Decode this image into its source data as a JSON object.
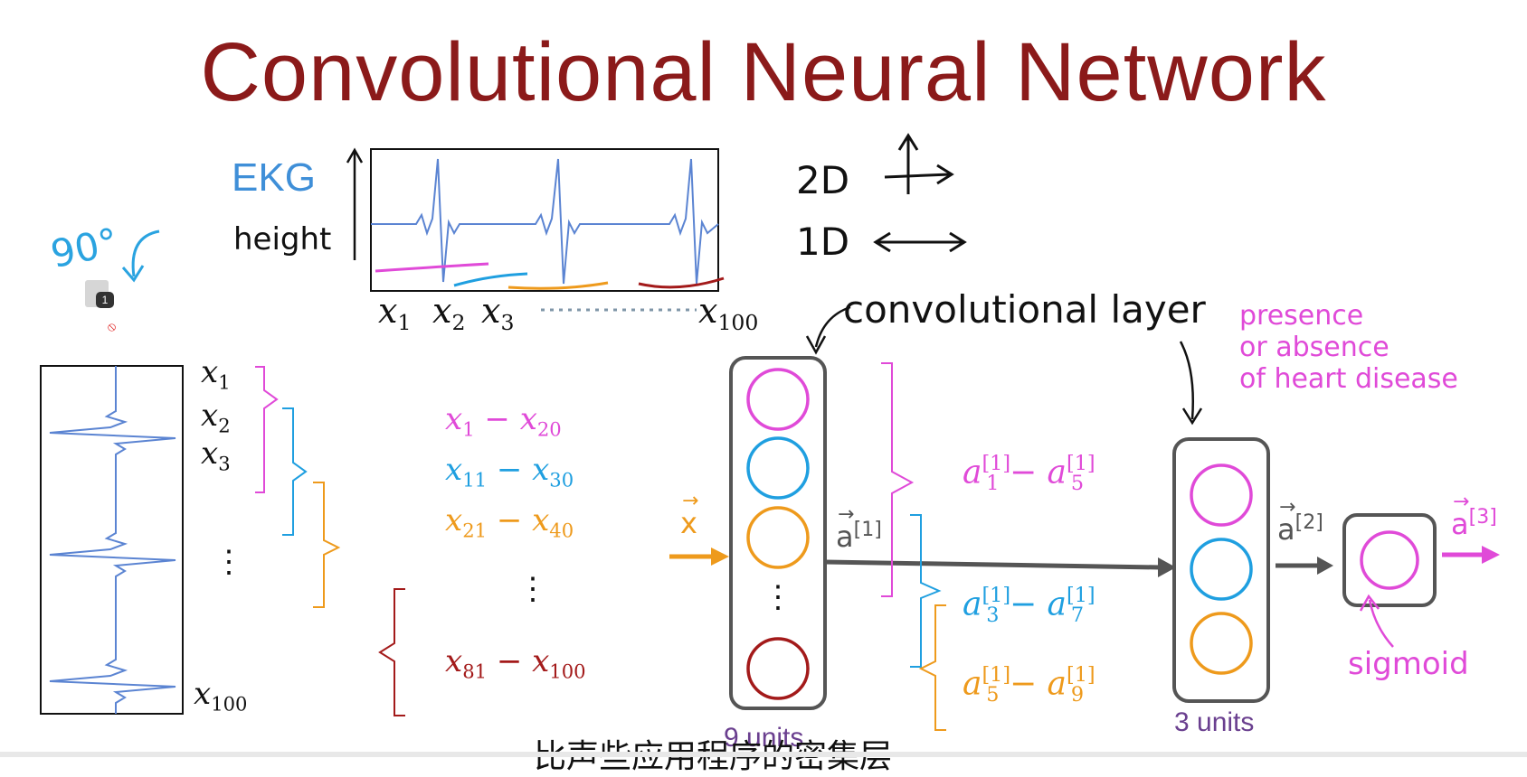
{
  "title": "Convolutional Neural Network",
  "ekg_label": "EKG",
  "height_label": "height",
  "rotation_label": "90°",
  "dim_2d": "2D",
  "dim_1d": "1D",
  "conv_layer_label": "convolutional layer",
  "presence_lines": [
    "presence",
    "or absence",
    "of heart disease"
  ],
  "sigmoid_label": "sigmoid",
  "units_3": "3 units",
  "units_9": "9 units",
  "caption": "比声些应用程序的密集层",
  "badge_number": "1",
  "top_x_labels": [
    {
      "base": "x",
      "sub": "1"
    },
    {
      "base": "x",
      "sub": "2"
    },
    {
      "base": "x",
      "sub": "3"
    },
    {
      "base": "x",
      "sub": "100"
    }
  ],
  "left_x_labels": [
    {
      "base": "x",
      "sub": "1"
    },
    {
      "base": "x",
      "sub": "2"
    },
    {
      "base": "x",
      "sub": "3"
    },
    {
      "base": "x",
      "sub": "100"
    }
  ],
  "vertical_dots": "⋮",
  "windows": [
    {
      "a": "1",
      "b": "20",
      "color": "#e04ad8"
    },
    {
      "a": "11",
      "b": "30",
      "color": "#1f9fe0"
    },
    {
      "a": "21",
      "b": "40",
      "color": "#ee9a1c"
    },
    {
      "a": "81",
      "b": "100",
      "color": "#a31a1a"
    }
  ],
  "activation_ranges": [
    {
      "a": "1",
      "b": "5",
      "sup": "[1]",
      "color": "#e04ad8"
    },
    {
      "a": "3",
      "b": "7",
      "sup": "[1]",
      "color": "#1f9fe0"
    },
    {
      "a": "5",
      "b": "9",
      "sup": "[1]",
      "color": "#ee9a1c"
    }
  ],
  "vector_labels": {
    "x": "x",
    "a1": "a",
    "a1_sup": "[1]",
    "a2": "a",
    "a2_sup": "[2]",
    "a3": "a",
    "a3_sup": "[3]"
  },
  "conv_layer_circles": [
    "#e04ad8",
    "#1f9fe0",
    "#ee9a1c",
    "#a31a1a"
  ],
  "layer2_circles": [
    "#e04ad8",
    "#1f9fe0",
    "#ee9a1c"
  ],
  "output_circle": "#e04ad8",
  "colors": {
    "title": "#8b1a1a",
    "ekg_blue": "#5b84d2",
    "pink": "#e04ad8",
    "blue": "#1f9fe0",
    "orange": "#ee9a1c",
    "darkred": "#a31a1a",
    "gray": "#555555"
  }
}
